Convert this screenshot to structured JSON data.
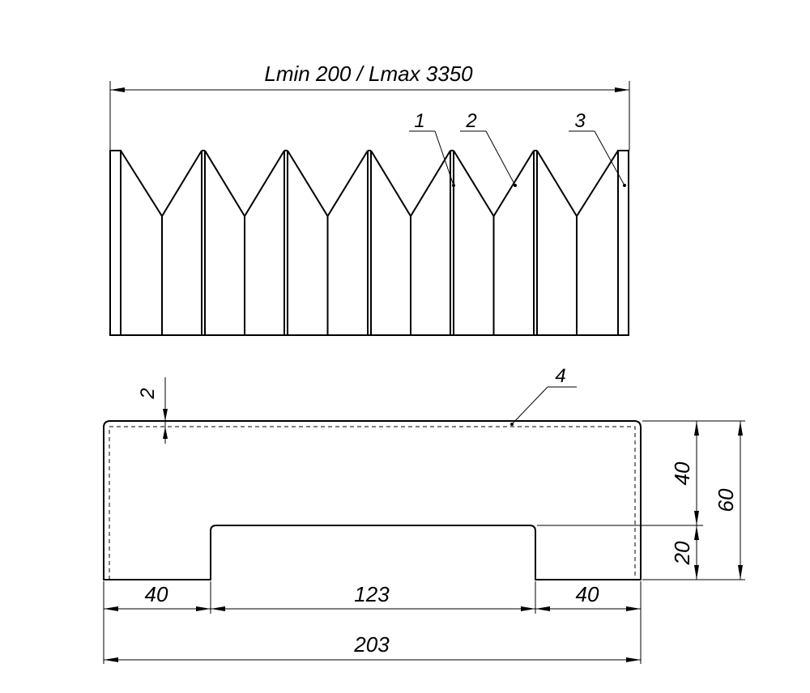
{
  "top_view": {
    "length_label": "Lmin 200 / Lmax 3350",
    "callouts": [
      "1",
      "2",
      "3"
    ]
  },
  "section_view": {
    "callout": "4",
    "thickness_label": "2",
    "dims": {
      "left_foot": "40",
      "middle": "123",
      "right_foot": "40",
      "total_width": "203",
      "upper_height": "40",
      "lower_height": "20",
      "total_height": "60"
    }
  }
}
